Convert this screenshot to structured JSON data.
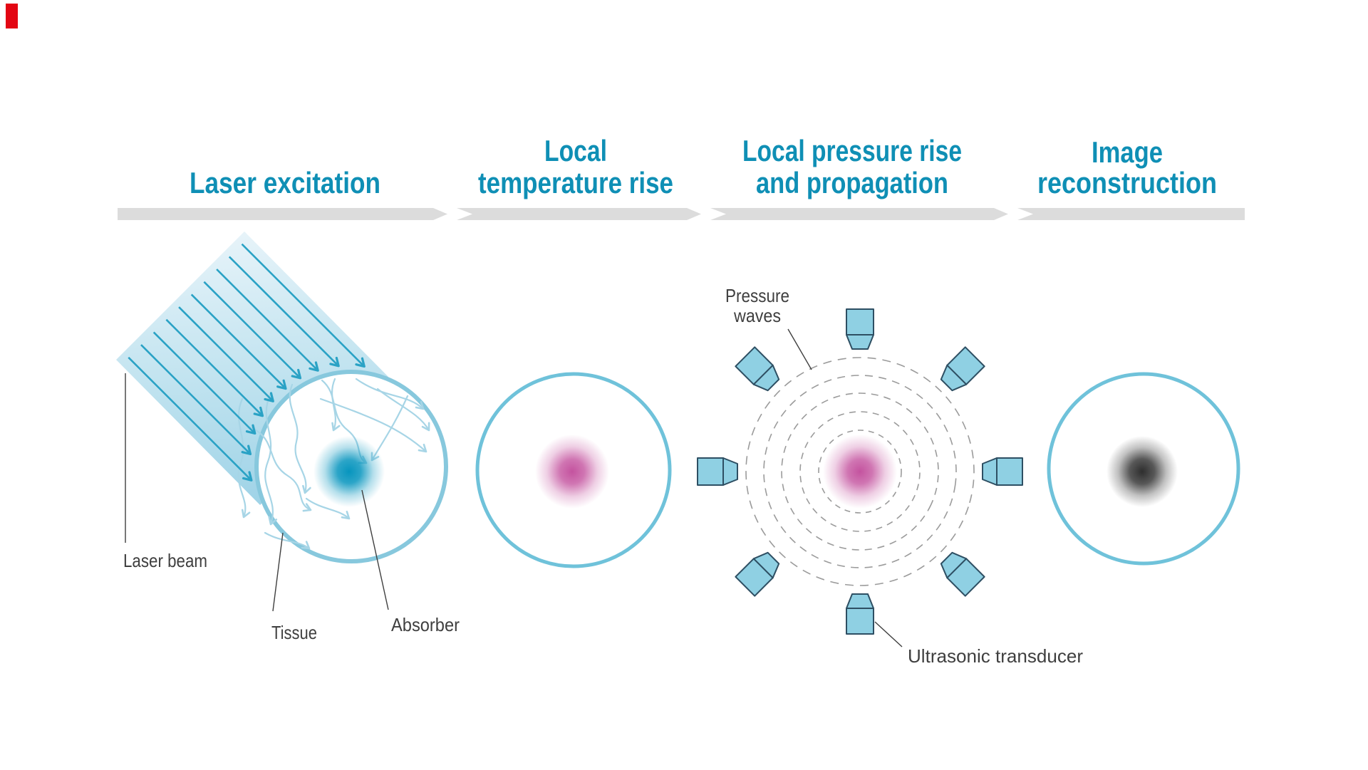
{
  "figure": {
    "steps": [
      {
        "lines": [
          "Laser excitation"
        ]
      },
      {
        "lines": [
          "Local",
          "temperature rise"
        ]
      },
      {
        "lines": [
          "Local pressure rise",
          "and propagation"
        ]
      },
      {
        "lines": [
          "Image",
          "reconstruction"
        ]
      }
    ],
    "labels": {
      "laser_beam": "Laser beam",
      "tissue": "Tissue",
      "absorber": "Absorber",
      "pressure_waves_line1": "Pressure",
      "pressure_waves_line2": "waves",
      "ultrasonic_transducer": "Ultrasonic transducer"
    }
  },
  "colors": {
    "accent_teal": "#0f8fb5",
    "bar_gray": "#dcdcdc",
    "beam_arrow": "#2aa2c5",
    "beam_light": "#e6f3f9",
    "beam_mid": "#c3e4f0",
    "beam_deep": "#9fd3e7",
    "tissue_stroke": "#87c8dd",
    "circle_stroke": "#6fc2da",
    "scatter_line": "#a7d5e6",
    "absorber_core": "#0795be",
    "pressure_core": "#c4539f",
    "recon_core": "#2e2e2e",
    "transducer_fill": "#8fd0e3",
    "transducer_stroke": "#2e4f63",
    "ring_gray": "#9b9b9b",
    "label_text": "#3f3f3f",
    "corner_red": "#e30613"
  }
}
